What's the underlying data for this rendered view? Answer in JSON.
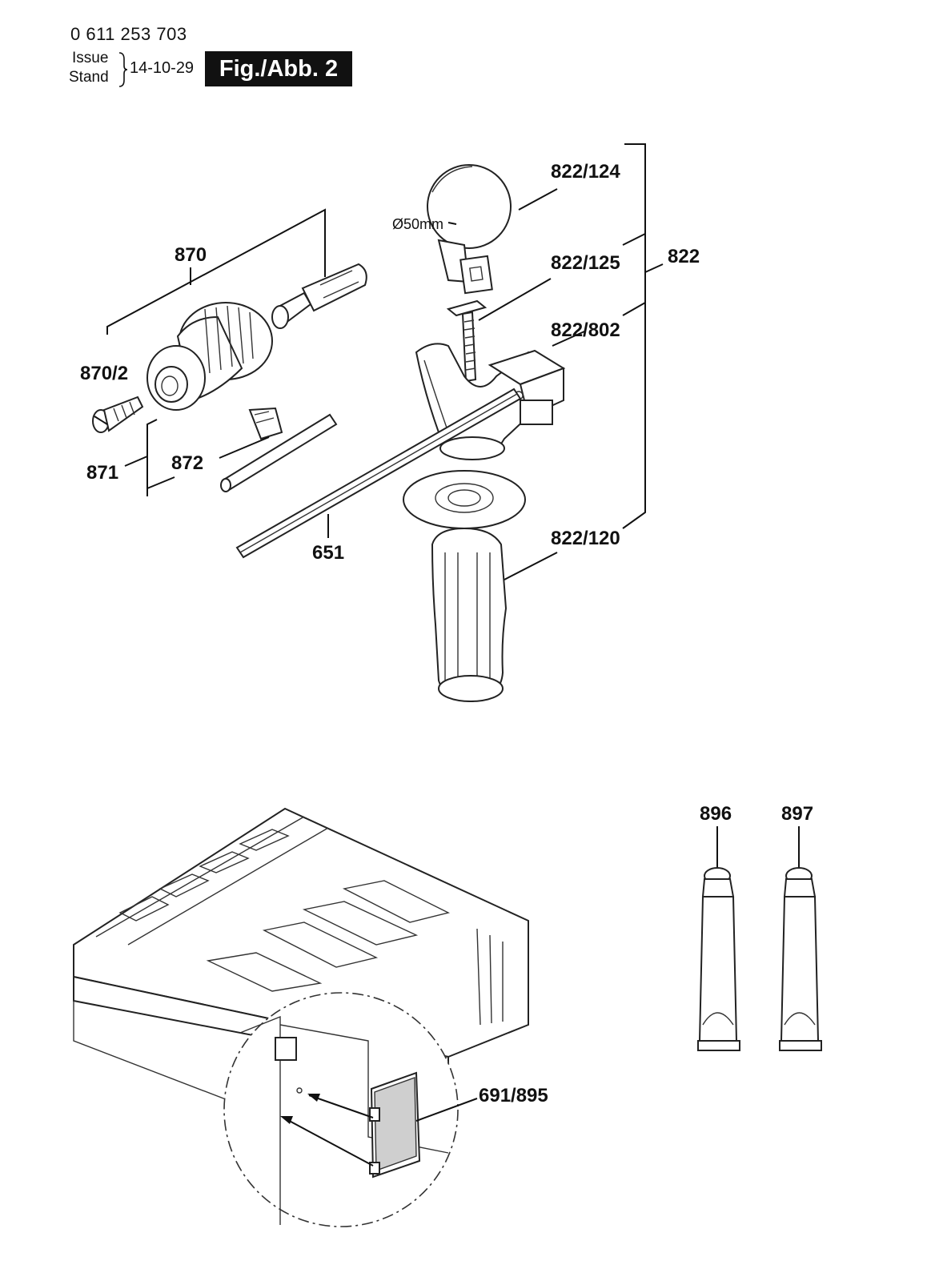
{
  "header": {
    "doc_number": "0 611 253 703",
    "issue_label": "Issue",
    "stand_label": "Stand",
    "date": "14-10-29",
    "figure_label": "Fig./Abb. 2"
  },
  "parts": {
    "p822_124": "822/124",
    "diameter": "Ø50mm",
    "p822_125": "822/125",
    "p822": "822",
    "p822_802": "822/802",
    "p822_120": "822/120",
    "p870": "870",
    "p870_2": "870/2",
    "p871": "871",
    "p872": "872",
    "p651": "651",
    "p896": "896",
    "p897": "897",
    "p691_895": "691/895"
  }
}
